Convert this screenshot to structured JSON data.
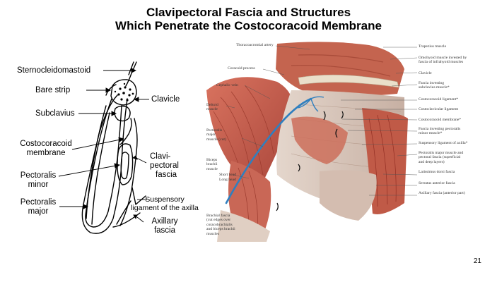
{
  "slide": {
    "title_line1": "Clavipectoral Fascia and Structures",
    "title_line2": "Which Penetrate the Costocoracoid Membrane",
    "page_number": "21"
  },
  "left_diagram": {
    "sternocleidomastoid": "Sternocleidomastoid",
    "bare_strip": "Bare strip",
    "subclavius": "Subclavius",
    "costocoracoid_1": "Costocoracoid",
    "costocoracoid_2": "membrane",
    "pectoralis_minor_1": "Pectoralis",
    "pectoralis_minor_2": "minor",
    "pectoralis_major_1": "Pectoralis",
    "pectoralis_major_2": "major",
    "clavicle": "Clavicle",
    "clavi_1": "Clavi-",
    "clavi_2": "pectoral",
    "clavi_3": "fascia",
    "suspensory_1": "Suspensory",
    "suspensory_2": "ligament of the axilla",
    "axillary_1": "Axillary",
    "axillary_2": "fascia"
  },
  "anatomy": {
    "left_labels": {
      "thoracoacromial": "Thoracoacromial artery",
      "coracoid": "Coracoid process",
      "cephalic": "Cephalic vein",
      "deltoid_1": "Deltoid",
      "deltoid_2": "muscle",
      "pec_minor_1": "Pectoralis",
      "pec_minor_2": "major",
      "pec_minor_3": "muscle (cut)",
      "biceps_1": "Biceps",
      "biceps_2": "brachii",
      "biceps_3": "muscle",
      "short_head": "Short head",
      "long_head": "Long head",
      "brachial_1": "Brachial fascia",
      "brachial_2": "(cut edges over",
      "brachial_3": "coracobrachialis",
      "brachial_4": "and biceps brachii",
      "brachial_5": "muscles"
    },
    "right_labels": [
      [
        "Trapezius muscle"
      ],
      [
        "Omohyoid muscle invested by",
        "fascia of infrahyoid muscles"
      ],
      [
        "Clavicle"
      ],
      [
        "Fascia investing",
        "subclavius muscle*"
      ],
      [
        "Costocoracoid ligament*"
      ],
      [
        "Costoclavicular ligament"
      ],
      [
        "Costocoracoid membrane*"
      ],
      [
        "Fascia investing pectoralis",
        "minor muscle*"
      ],
      [
        "Suspensory ligament of axilla*"
      ],
      [
        "Pectoralis major muscle and",
        "pectoral fascia (superficial",
        "and deep layers)"
      ],
      [
        "Latissimus dorsi fascia"
      ],
      [
        "Serratus anterior fascia"
      ],
      [
        "Axillary fascia (anterior part)"
      ]
    ]
  },
  "colors": {
    "muscle": "#c85a4a",
    "muscle_dark": "#9c3b2e",
    "fascia": "#d9c9bd",
    "vein": "#2f7fbf",
    "bone": "#e8dcc6"
  }
}
